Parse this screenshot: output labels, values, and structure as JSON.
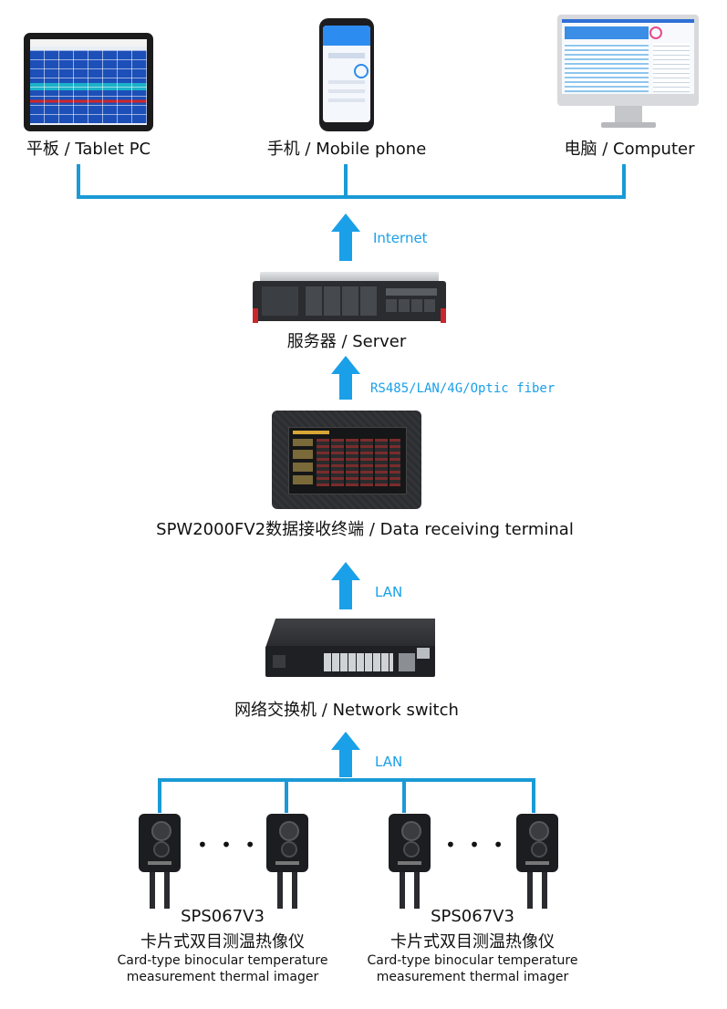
{
  "devices": {
    "tablet_label": "平板 / Tablet PC",
    "phone_label": "手机 / Mobile phone",
    "computer_label": "电脑 / Computer"
  },
  "links": {
    "internet": "Internet",
    "server_link": "RS485/LAN/4G/Optic fiber",
    "terminal_link": "LAN",
    "switch_link": "LAN"
  },
  "server": {
    "label": "服务器 / Server"
  },
  "terminal": {
    "label": "SPW2000FV2数据接收终端 / Data receiving terminal"
  },
  "switch": {
    "label": "网络交换机 / Network switch"
  },
  "imagers": [
    {
      "model": "SPS067V3",
      "name_cn": "卡片式双目测温热像仪",
      "name_en_1": "Card-type binocular temperature",
      "name_en_2": "measurement thermal imager"
    },
    {
      "model": "SPS067V3",
      "name_cn": "卡片式双目测温热像仪",
      "name_en_1": "Card-type binocular temperature",
      "name_en_2": "measurement thermal imager"
    }
  ],
  "ellipsis": "• • •",
  "colors": {
    "link_line": "#1a9ad6",
    "arrow": "#1aa0e8",
    "link_text": "#1aa0e8"
  }
}
